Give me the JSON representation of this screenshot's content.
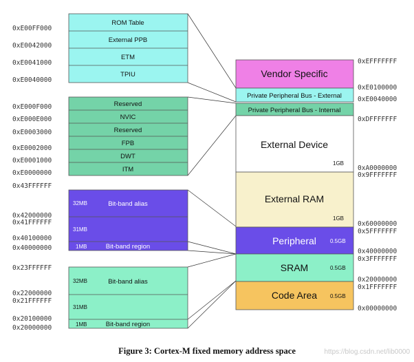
{
  "colors": {
    "cyan": "#9bf5f0",
    "teal": "#74d3a8",
    "purple": "#6a4de8",
    "mint": "#8cf0c8",
    "vendor": "#ef80e6",
    "white": "#ffffff",
    "cream": "#f8f1cc",
    "orange": "#f6c45f"
  },
  "ppb_external": {
    "regions": [
      "ROM Table",
      "External PPB",
      "ETM",
      "TPIU"
    ],
    "addresses": [
      "0xE00FF000",
      "0xE0042000",
      "0xE0041000",
      "0xE0040000"
    ]
  },
  "ppb_internal": {
    "regions": [
      "Reserved",
      "NVIC",
      "Reserved",
      "FPB",
      "DWT",
      "ITM"
    ],
    "addresses": [
      "0xE000F000",
      "0xE000E000",
      "0xE0003000",
      "0xE0002000",
      "0xE0001000",
      "0xE0000000"
    ]
  },
  "peripheral_bitband": {
    "alias_size": "32MB",
    "alias_label": "Bit-band alias",
    "mid_size": "31MB",
    "region_size": "1MB",
    "region_label": "Bit-band region",
    "addresses": [
      "0x43FFFFFF",
      "0x42000000",
      "0x41FFFFFF",
      "0x40100000",
      "0x40000000"
    ]
  },
  "sram_bitband": {
    "alias_size": "32MB",
    "alias_label": "Bit-band alias",
    "mid_size": "31MB",
    "region_size": "1MB",
    "region_label": "Bit-band region",
    "addresses": [
      "0x23FFFFFF",
      "0x22000000",
      "0x21FFFFFF",
      "0x20100000",
      "0x20000000"
    ]
  },
  "memory_map": {
    "vendor": "Vendor Specific",
    "ppb_external": "Private Peripheral Bus - External",
    "ppb_internal": "Private Peripheral Bus - Internal",
    "ext_device": "External Device",
    "ext_device_size": "1GB",
    "ext_ram": "External RAM",
    "ext_ram_size": "1GB",
    "peripheral": "Peripheral",
    "peripheral_size": "0.5GB",
    "sram": "SRAM",
    "sram_size": "0.5GB",
    "code": "Code Area",
    "code_size": "0.5GB",
    "addresses": {
      "a1": "0xEFFFFFFF",
      "a2": "0xE0100000",
      "a3": "0xE0040000",
      "a4": "0xDFFFFFFF",
      "a5": "0xA0000000",
      "a6": "0x9FFFFFFF",
      "a7": "0x60000000",
      "a8": "0x5FFFFFFF",
      "a9": "0x40000000",
      "a10": "0x3FFFFFFF",
      "a11": "0x20000000",
      "a12": "0x1FFFFFFF",
      "a13": "0x00000000"
    }
  },
  "caption": "Figure 3: Cortex-M fixed memory address space",
  "watermark": "https://blog.csdn.net/lib0000"
}
